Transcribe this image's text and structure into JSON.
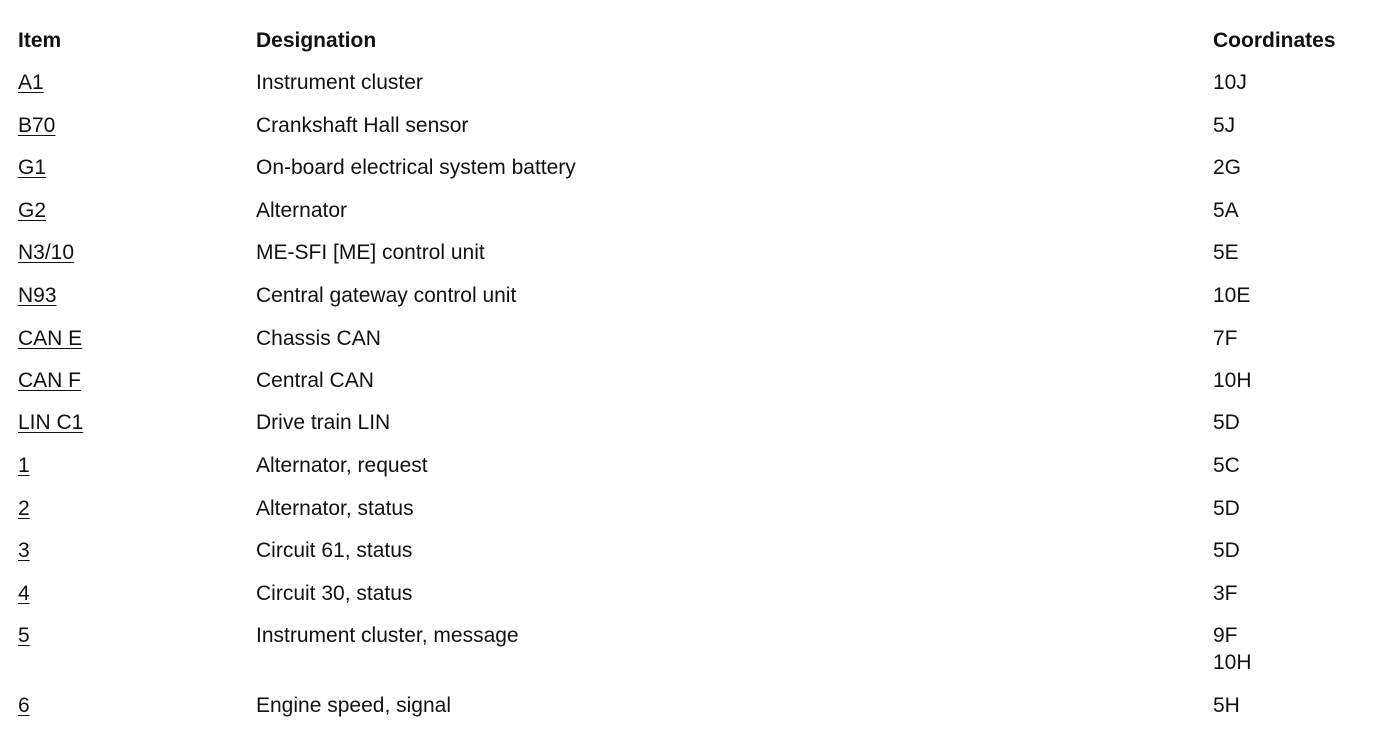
{
  "table": {
    "headers": {
      "item": "Item",
      "designation": "Designation",
      "coordinates": "Coordinates"
    },
    "rows": [
      {
        "item": "A1",
        "designation": "Instrument cluster",
        "coordinates": [
          "10J"
        ]
      },
      {
        "item": "B70",
        "designation": "Crankshaft Hall sensor",
        "coordinates": [
          "5J"
        ]
      },
      {
        "item": "G1",
        "designation": "On-board electrical system battery",
        "coordinates": [
          "2G"
        ]
      },
      {
        "item": "G2",
        "designation": "Alternator",
        "coordinates": [
          "5A"
        ]
      },
      {
        "item": "N3/10",
        "designation": "ME-SFI [ME] control unit",
        "coordinates": [
          "5E"
        ]
      },
      {
        "item": "N93",
        "designation": "Central gateway control unit",
        "coordinates": [
          "10E"
        ]
      },
      {
        "item": "CAN E",
        "designation": "Chassis CAN",
        "coordinates": [
          "7F"
        ]
      },
      {
        "item": "CAN F",
        "designation": "Central CAN",
        "coordinates": [
          "10H"
        ]
      },
      {
        "item": "LIN C1",
        "designation": "Drive train LIN",
        "coordinates": [
          "5D"
        ]
      },
      {
        "item": "1",
        "designation": "Alternator, request",
        "coordinates": [
          "5C"
        ]
      },
      {
        "item": "2",
        "designation": "Alternator, status",
        "coordinates": [
          "5D"
        ]
      },
      {
        "item": "3",
        "designation": "Circuit 61, status",
        "coordinates": [
          "5D"
        ]
      },
      {
        "item": "4",
        "designation": "Circuit 30, status",
        "coordinates": [
          "3F"
        ]
      },
      {
        "item": "5",
        "designation": "Instrument cluster, message",
        "coordinates": [
          "9F",
          "10H"
        ]
      },
      {
        "item": "6",
        "designation": "Engine speed, signal",
        "coordinates": [
          "5H"
        ]
      }
    ]
  }
}
